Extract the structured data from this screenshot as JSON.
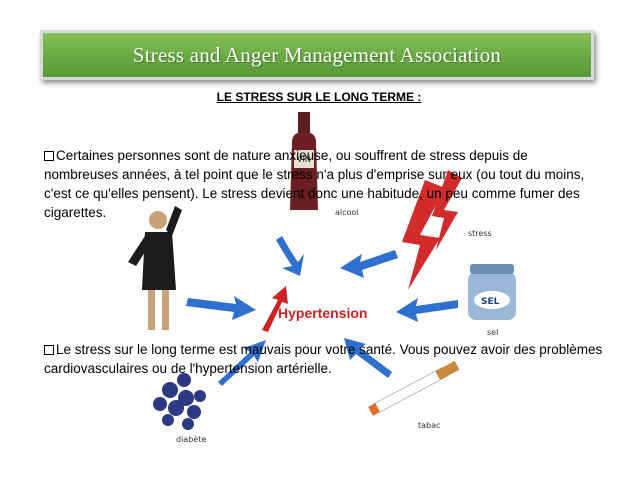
{
  "header": {
    "title": "Stress and Anger Management Association"
  },
  "slide": {
    "subtitle": "LE STRESS SUR LE LONG TERME :",
    "paragraph1": "Certaines personnes sont de nature anxieuse, ou souffrent de stress depuis de nombreuses années, à tel point que le stress n'a plus d'emprise sur eux (ou tout du moins, c'est ce qu'elles pensent). Le stress devient donc une habitude, un peu comme fumer des cigarettes.",
    "paragraph2": "Le stress sur le long terme est mauvais pour votre santé. Vous pouvez avoir des problèmes cardiovasculaires ou de l'hypertension artérielle."
  },
  "illustration": {
    "center_label": "Hypertension",
    "labels": {
      "alcohol": "alcool",
      "stress": "stress",
      "salt_jar": "SEL",
      "salt": "sel",
      "tobacco": "tabac",
      "diabetes": "diabète",
      "wine_tag": "VIN"
    },
    "colors": {
      "banner": "#69a942",
      "arrow_blue": "#2f6fcf",
      "arrow_red": "#cc2222"
    }
  }
}
